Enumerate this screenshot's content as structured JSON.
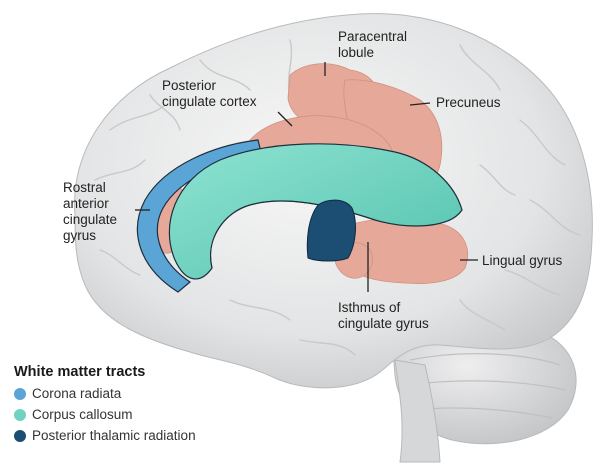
{
  "labels": {
    "paracentral_lobule": "Paracentral\nlobule",
    "posterior_cingulate_cortex": "Posterior\ncingulate cortex",
    "precuneus": "Precuneus",
    "rostral_anterior_cingulate_gyrus": "Rostral\nanterior\ncingulate\ngyrus",
    "lingual_gyrus": "Lingual gyrus",
    "isthmus_of_cingulate_gyrus": "Isthmus of\ncingulate gyrus"
  },
  "legend": {
    "title": "White matter tracts",
    "items": [
      {
        "label": "Corona radiata",
        "color": "#5ba4d6"
      },
      {
        "label": "Corpus callosum",
        "color": "#6fd3c0"
      },
      {
        "label": "Posterior thalamic radiation",
        "color": "#1b4e72"
      }
    ]
  },
  "colors": {
    "brain": "#e6e7e8",
    "cortex_region": "#e6a999",
    "corona_radiata": "#5ba4d6",
    "corpus_callosum": "#6fd3c0",
    "thalamic_radiation": "#1b4e72"
  }
}
